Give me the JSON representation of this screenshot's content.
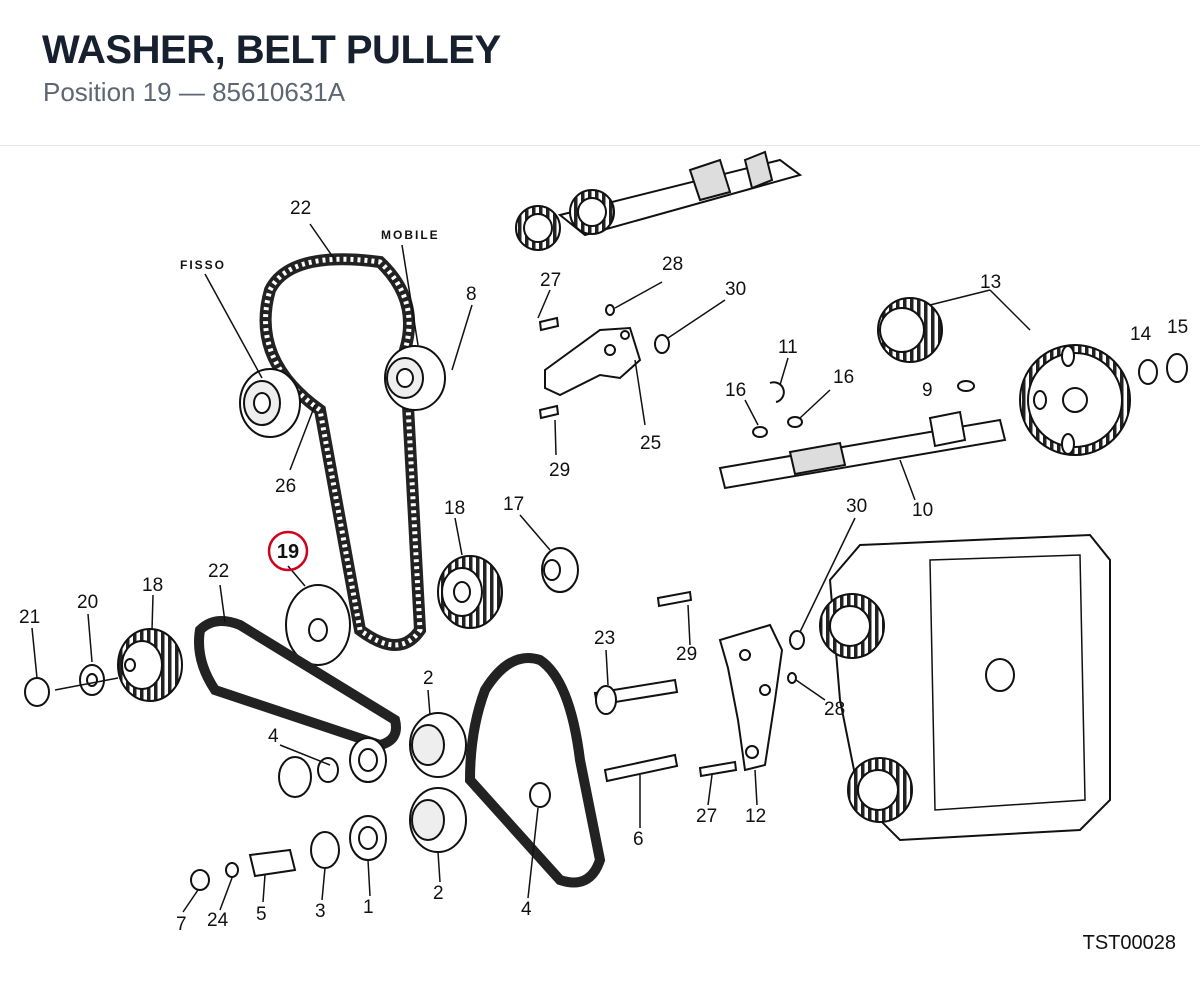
{
  "header": {
    "title": "WASHER, BELT PULLEY",
    "subtitle": "Position 19 — 85610631A"
  },
  "diagram": {
    "labels": {
      "fisso": "FISSO",
      "mobile": "MOBILE",
      "n22_top": "22",
      "n27_top": "27",
      "n28_top": "28",
      "n30_top": "30",
      "n8": "8",
      "n13": "13",
      "n14": "14",
      "n15": "15",
      "n11": "11",
      "n16_a": "16",
      "n16_b": "16",
      "n9": "9",
      "n26": "26",
      "n29_top": "29",
      "n25": "25",
      "n10": "10",
      "n18_mid": "18",
      "n17": "17",
      "n30_mid": "30",
      "n19": "19",
      "n22_left": "22",
      "n18_left": "18",
      "n20": "20",
      "n21": "21",
      "n23": "23",
      "n29_mid": "29",
      "n28_mid": "28",
      "n2_top": "2",
      "n4_left": "4",
      "n6": "6",
      "n27_bottom": "27",
      "n12": "12",
      "n7": "7",
      "n24": "24",
      "n5": "5",
      "n3": "3",
      "n1": "1",
      "n2_bottom": "2",
      "n4_bottom": "4"
    },
    "highlight_color": "#d0021b",
    "drawing_code": "TST00028"
  }
}
